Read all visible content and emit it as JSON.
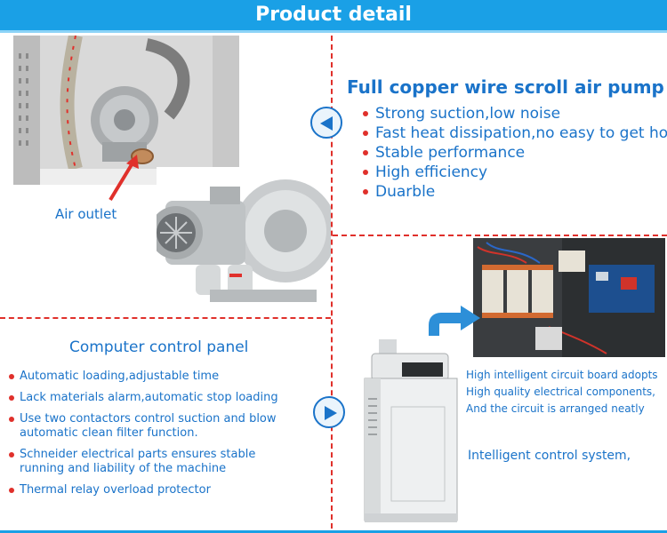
{
  "banner": {
    "title": "Product detail"
  },
  "pump": {
    "title": "Full copper wire scroll air pump",
    "features": [
      "Strong suction,low noise",
      "Fast heat dissipation,no easy to get hot",
      "Stable performance",
      "High efficiency",
      "Duarble"
    ],
    "air_outlet_label": "Air outlet"
  },
  "panel": {
    "title": "Computer control panel",
    "features": [
      {
        "line1": "Automatic loading,adjustable time",
        "line2": ""
      },
      {
        "line1": "Lack materials alarm,automatic stop loading",
        "line2": ""
      },
      {
        "line1": "Use two contactors control suction and blow",
        "line2": "automatic clean filter function."
      },
      {
        "line1": "Schneider electrical parts ensures stable",
        "line2": "running and liability of the machine"
      },
      {
        "line1": "Thermal relay overload protector",
        "line2": ""
      }
    ]
  },
  "circuit": {
    "lines": [
      "High intelligent circuit board adopts",
      "High quality electrical components,",
      "And the circuit is arranged neatly"
    ],
    "system_label": "Intelligent control system,"
  },
  "colors": {
    "banner": "#1aa0e6",
    "text_blue": "#1a73c9",
    "divider_red": "#e0302b",
    "bullet_red": "#e0302b"
  },
  "icons": {
    "arrow_left": "triangle-left-icon",
    "arrow_right": "triangle-right-icon"
  }
}
